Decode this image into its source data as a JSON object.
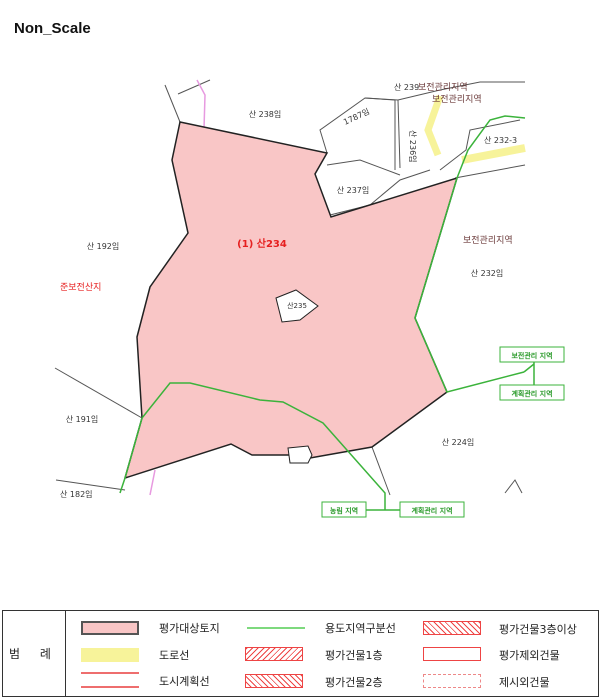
{
  "title": "Non_Scale",
  "map": {
    "subject_label": "(1) 산234",
    "parcels": [
      "산 238임",
      "산 237임",
      "산 236임",
      "1787임",
      "산 239",
      "산 232-3",
      "산 192임",
      "산 232임",
      "산 191임",
      "산 224임",
      "산 182임",
      "산235"
    ],
    "zone_labels": [
      "보전관리지역",
      "보전관리지역",
      "보전관리지역"
    ],
    "red_zone_label": "준보전산지",
    "zone_boxes": [
      "보전관리 지역",
      "계획관리 지역",
      "농림 지역",
      "계획관리 지역"
    ]
  },
  "legend": {
    "heading": "범 례",
    "items": [
      "평가대상토지",
      "도로선",
      "도시계획선",
      "용도지역구분선",
      "평가건물1층",
      "평가건물2층",
      "평가건물3층이상",
      "평가제외건물",
      "제시외건물"
    ]
  },
  "colors": {
    "subject_fill": "#f9c6c6",
    "road": "#f7f39a",
    "zone_line": "#3bb33b",
    "plan_line": "#ee6e6e",
    "text_red": "#e62020"
  }
}
